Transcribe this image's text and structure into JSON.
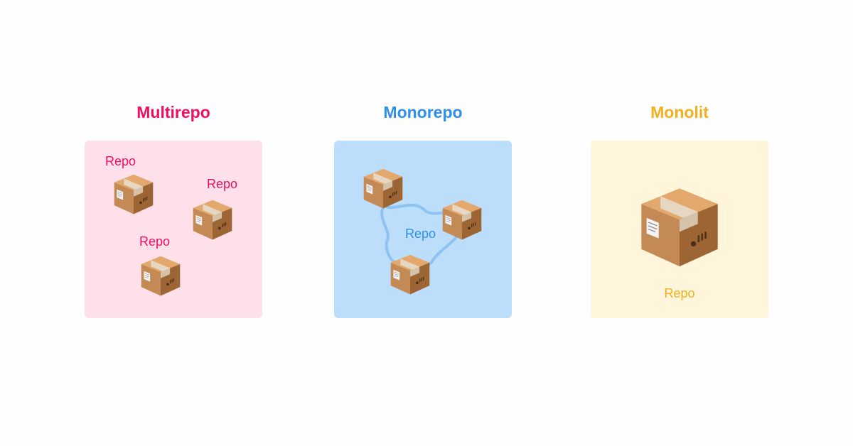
{
  "colors": {
    "multirepo": "#ee0f63",
    "multirepo_bg": "#fde0ea",
    "monorepo": "#2f8fe6",
    "monorepo_bg": "#bcdefb",
    "monolit": "#f2b020",
    "monolit_bg": "#fff5da",
    "box": "#bd8550",
    "tape": "#e2cfb5"
  },
  "icons": [
    "package-box-icon"
  ],
  "multirepo": {
    "title": "Multirepo",
    "repos": [
      {
        "label": "Repo"
      },
      {
        "label": "Repo"
      },
      {
        "label": "Repo"
      }
    ]
  },
  "monorepo": {
    "title": "Monorepo",
    "label": "Repo"
  },
  "monolit": {
    "title": "Monolit",
    "label": "Repo"
  }
}
